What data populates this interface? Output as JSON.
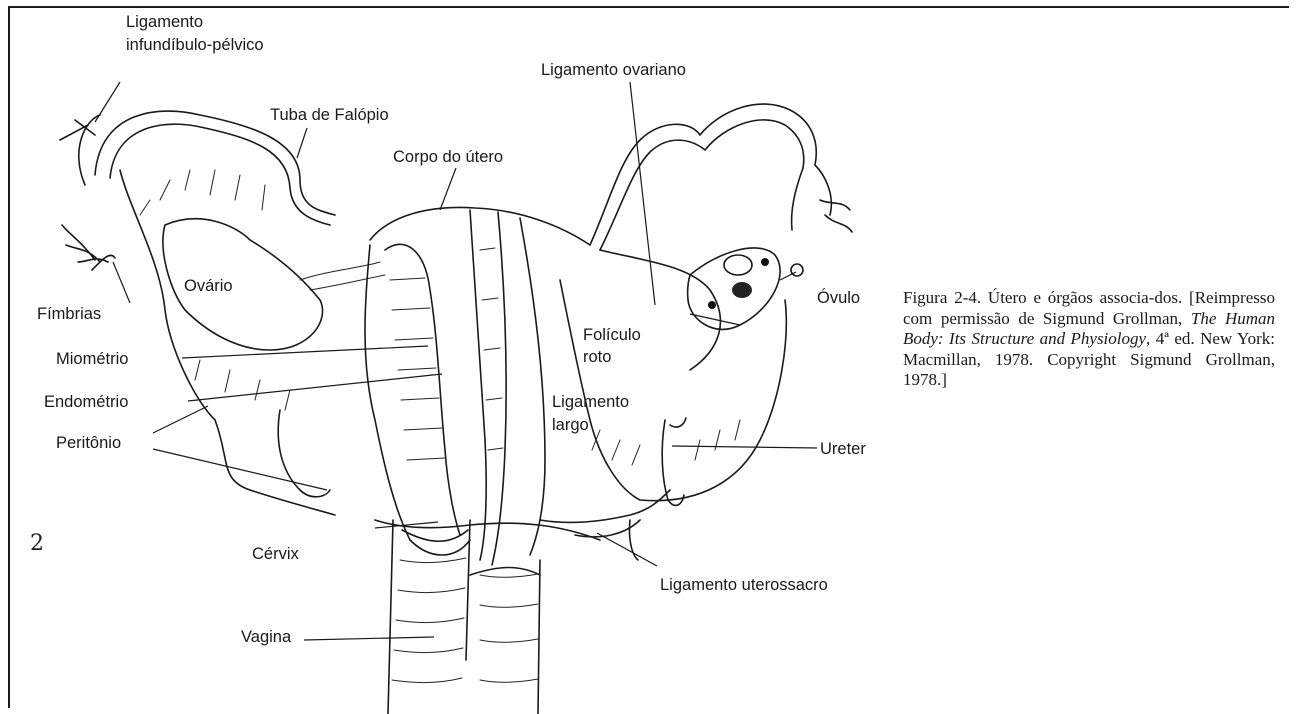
{
  "labels": {
    "ligamento_infundibulo_1": "Ligamento",
    "ligamento_infundibulo_2": "infundíbulo-pélvico",
    "tuba": "Tuba de Falópio",
    "corpo_utero": "Corpo do útero",
    "ligamento_ovariano": "Ligamento ovariano",
    "ovario": "Ovário",
    "fimbrias": "Fímbrias",
    "miometrio": "Miométrio",
    "endometrio": "Endométrio",
    "peritonio": "Peritônio",
    "cervix": "Cérvix",
    "vagina": "Vagina",
    "foliculo_1": "Folículo",
    "foliculo_2": "roto",
    "ovulo": "Óvulo",
    "ligamento_largo_1": "Ligamento",
    "ligamento_largo_2": "largo",
    "ureter": "Ureter",
    "ligamento_uterossacro": "Ligamento uterossacro"
  },
  "caption": {
    "part1": "Figura 2-4. Útero e órgãos associa-dos. [Reimpresso com permissão de Sigmund Grollman, ",
    "italic": "The Human Body: Its Structure and Physiology",
    "part2": ", 4ª ed. New York: Macmillan, 1978. Copyright Sigmund Grollman, 1978.]"
  },
  "margin_note": "2"
}
